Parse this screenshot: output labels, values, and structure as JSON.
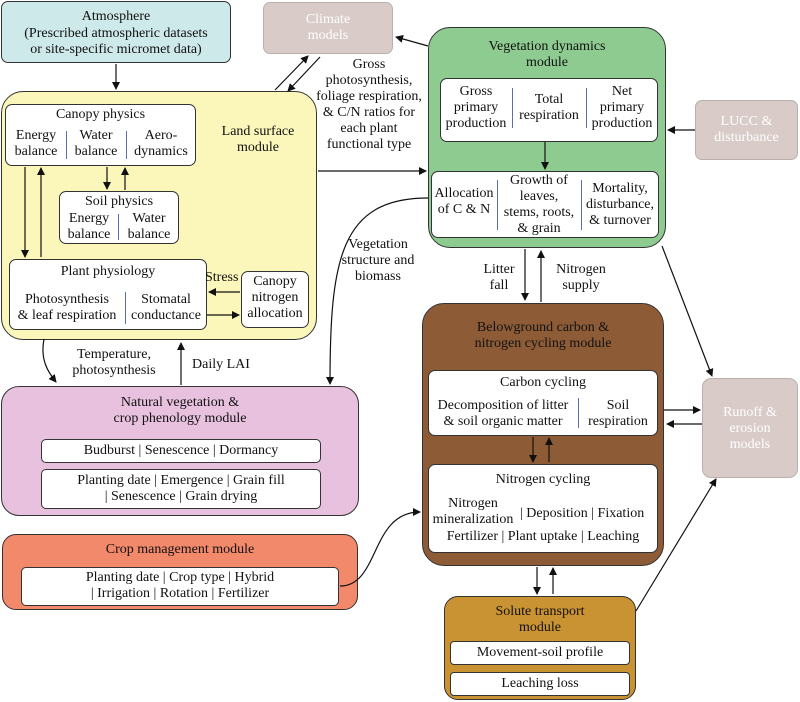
{
  "colors": {
    "atmosphere": "#cde9ea",
    "climate": "#d8cbc8",
    "land_surface": "#fbf6b9",
    "vegetation": "#8ecb91",
    "lucc": "#d8cbc8",
    "belowground": "#8d5c37",
    "runoff": "#d8cbc8",
    "phenology": "#e8c1de",
    "crop": "#f2896a",
    "solute": "#c99232"
  },
  "atmosphere": {
    "title": "Atmosphere",
    "line1": "(Prescribed atmospheric datasets",
    "line2": "or site-specific micromet data)"
  },
  "climate": {
    "line1": "Climate",
    "line2": "models"
  },
  "lucc": {
    "line1": "LUCC &",
    "line2": "disturbance"
  },
  "runoff": {
    "line1": "Runoff &",
    "line2": "erosion",
    "line3": "models"
  },
  "land_surface": {
    "label1": "Land surface",
    "label2": "module",
    "canopy_physics": {
      "title": "Canopy physics",
      "energy1": "Energy",
      "energy2": "balance",
      "water1": "Water",
      "water2": "balance",
      "aero1": "Aero-",
      "aero2": "dynamics"
    },
    "soil_physics": {
      "title": "Soil physics",
      "energy1": "Energy",
      "energy2": "balance",
      "water1": "Water",
      "water2": "balance"
    },
    "plant_physiology": {
      "title": "Plant physiology",
      "photo1": "Photosynthesis",
      "photo2": "& leaf respiration",
      "stom1": "Stomatal",
      "stom2": "conductance"
    },
    "canopy_nitrogen": {
      "line1": "Canopy",
      "line2": "nitrogen",
      "line3": "allocation"
    },
    "stress": "Stress"
  },
  "vegetation": {
    "title1": "Vegetation dynamics",
    "title2": "module",
    "gpp1": "Gross",
    "gpp2": "primary",
    "gpp3": "production",
    "tr1": "Total",
    "tr2": "respiration",
    "npp1": "Net",
    "npp2": "primary",
    "npp3": "production",
    "alloc1": "Allocation",
    "alloc2": "of C & N",
    "growth1": "Growth of",
    "growth2": "leaves,",
    "growth3": "stems, roots,",
    "growth4": "& grain",
    "mort1": "Mortality,",
    "mort2": "disturbance,",
    "mort3": "& turnover"
  },
  "flux_label": {
    "line1": "Gross",
    "line2": "photosynthesis,",
    "line3": "foliage respiration,",
    "line4": "& C/N ratios for",
    "line5": "each plant",
    "line6": "functional type"
  },
  "veg_structure": {
    "line1": "Vegetation",
    "line2": "structure and",
    "line3": "biomass"
  },
  "litter": {
    "line1": "Litter",
    "line2": "fall"
  },
  "nitrogen_supply": {
    "line1": "Nitrogen",
    "line2": "supply"
  },
  "temp_photo": {
    "line1": "Temperature,",
    "line2": "photosynthesis"
  },
  "daily_lai": "Daily LAI",
  "phenology": {
    "title1": "Natural vegetation &",
    "title2": "crop phenology module",
    "row1": "Budburst | Senescence | Dormancy",
    "row2a": "Planting date | Emergence | Grain fill",
    "row2b": "| Senescence | Grain drying"
  },
  "crop": {
    "title": "Crop management module",
    "row1": "Planting date | Crop type | Hybrid",
    "row2": "| Irrigation | Rotation | Fertilizer"
  },
  "belowground": {
    "title1": "Belowground carbon &",
    "title2": "nitrogen cycling module",
    "carbon_title": "Carbon cycling",
    "decomp1": "Decomposition of litter",
    "decomp2": "& soil organic matter",
    "resp1": "Soil",
    "resp2": "respiration",
    "nitrogen_title": "Nitrogen cycling",
    "n_row1a": "Nitrogen",
    "n_row1b": "mineralization",
    "n_row1c": "| Deposition | Fixation",
    "n_row2": "Fertilizer | Plant uptake | Leaching"
  },
  "solute": {
    "title1": "Solute transport",
    "title2": "module",
    "item1": "Movement-soil profile",
    "item2": "Leaching loss"
  }
}
